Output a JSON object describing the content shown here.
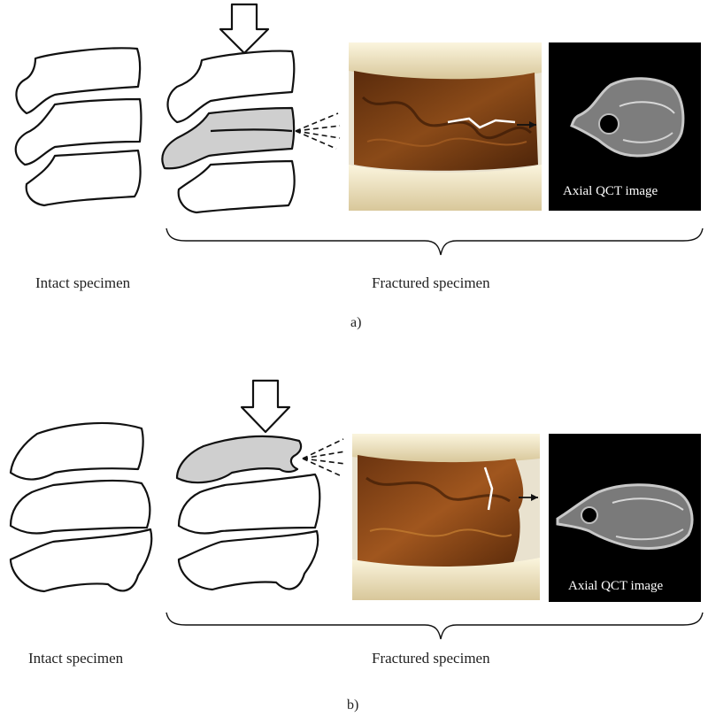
{
  "panels": [
    {
      "letter": "a)",
      "intact_caption": "Intact specimen",
      "fractured_caption": "Fractured specimen",
      "qct_label": "Axial QCT image"
    },
    {
      "letter": "b)",
      "intact_caption": "Intact specimen",
      "fractured_caption": "Fractured specimen",
      "qct_label": "Axial QCT image"
    }
  ],
  "colors": {
    "outline": "#111111",
    "fracture_fill": "#cfcfcf",
    "specimen_brown": "#7a3d12",
    "specimen_cap": "#f1e6c4",
    "qct_background": "#000000"
  }
}
